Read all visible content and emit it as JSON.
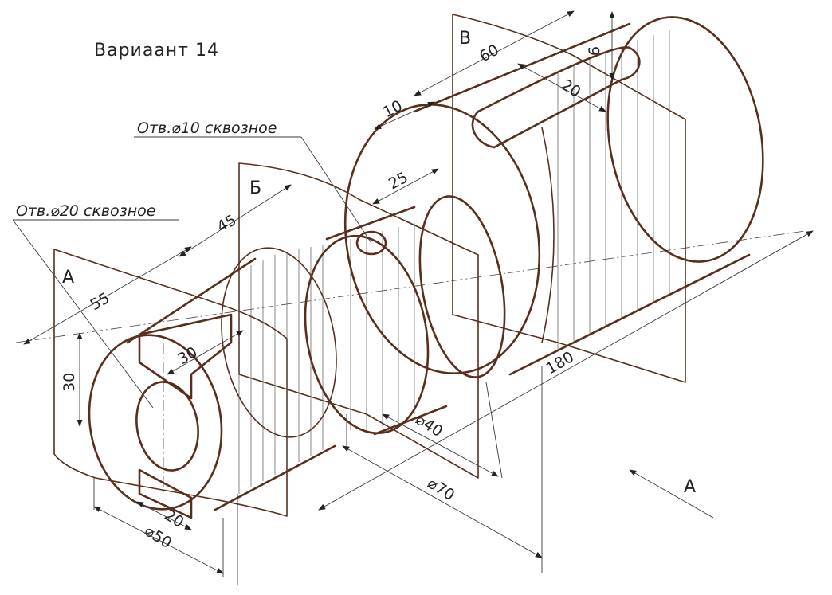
{
  "title": "Вариаант 14",
  "notes": {
    "hole_small": "Отв.⌀10 сквозное",
    "hole_large": "Отв.⌀20 сквозное"
  },
  "planes": {
    "a": "А",
    "b": "Б",
    "v": "В"
  },
  "view_label": "А",
  "dimensions": {
    "d60": "60",
    "d6": "6",
    "d20_top": "20",
    "d10": "10",
    "d25": "25",
    "d45": "45",
    "d55": "55",
    "d30_slot": "30",
    "d30_height": "30",
    "d180": "180",
    "d40": "⌀40",
    "d70": "⌀70",
    "d20_bottom": "20",
    "d50": "⌀50"
  },
  "colors": {
    "ink": "#5a2e1c",
    "background": "#ffffff"
  }
}
